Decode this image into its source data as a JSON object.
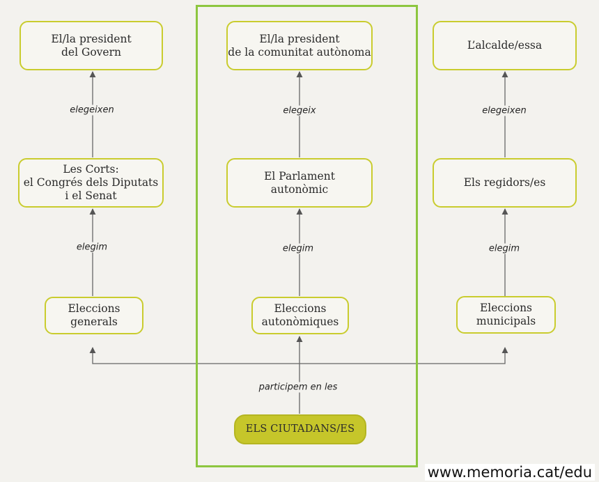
{
  "nodes": {
    "president_govern": "El/la president\ndel Govern",
    "president_comunitat": "El/la president\nde la comunitat autònoma",
    "alcalde": "L’alcalde/essa",
    "corts": "Les Corts:\nel Congrés dels Diputats\ni el Senat",
    "parlament": "El Parlament\nautonòmic",
    "regidors": "Els regidors/es",
    "eleccions_generals": "Eleccions\ngenerals",
    "eleccions_autonomiques": "Eleccions\nautonòmiques",
    "eleccions_municipals": "Eleccions\nmunicipals",
    "ciutadans": "ELS CIUTADANS/ES"
  },
  "edge_labels": {
    "elegeixen_left": "elegeixen",
    "elegeix_center": "elegeix",
    "elegeixen_right": "elegeixen",
    "elegim_left": "elegim",
    "elegim_center": "elegim",
    "elegim_right": "elegim",
    "participem": "participem en les"
  },
  "footer": {
    "url": "www.memoria.cat/edu"
  },
  "colors": {
    "box_border": "#c9cc2e",
    "citizens_fill": "#c6c62a",
    "highlight_frame": "#8dc63f",
    "arrow": "#555555",
    "background": "#f3f2ee"
  }
}
